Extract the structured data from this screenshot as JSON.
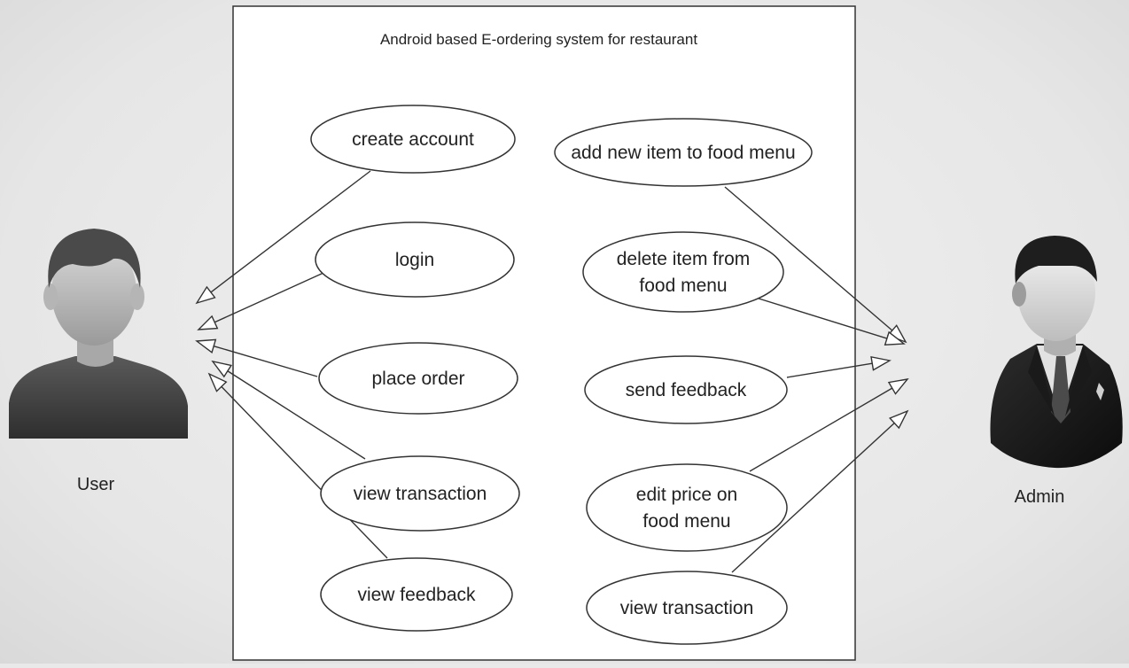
{
  "system": {
    "title": "Android based E-ordering system for restaurant"
  },
  "actors": {
    "user": {
      "label": "User",
      "icon": "user-avatar-icon"
    },
    "admin": {
      "label": "Admin",
      "icon": "admin-avatar-icon"
    }
  },
  "use_cases": {
    "create_account": {
      "lines": [
        "create account"
      ]
    },
    "login": {
      "lines": [
        "login"
      ]
    },
    "place_order": {
      "lines": [
        "place order"
      ]
    },
    "user_view_transaction": {
      "lines": [
        "view transaction"
      ]
    },
    "view_feedback": {
      "lines": [
        "view feedback"
      ]
    },
    "add_new_item": {
      "lines": [
        "add new item to food menu"
      ]
    },
    "delete_item": {
      "lines": [
        "delete item from",
        "food menu"
      ]
    },
    "send_feedback": {
      "lines": [
        "send feedback"
      ]
    },
    "edit_price": {
      "lines": [
        "edit price on",
        "food menu"
      ]
    },
    "admin_view_transaction": {
      "lines": [
        "view transaction"
      ]
    }
  },
  "associations": {
    "user": [
      "create_account",
      "login",
      "place_order",
      "user_view_transaction",
      "view_feedback"
    ],
    "admin": [
      "add_new_item",
      "delete_item",
      "send_feedback",
      "edit_price",
      "admin_view_transaction"
    ]
  },
  "colors": {
    "line": "#333333",
    "ellipse_fill": "#ffffff",
    "system_fill": "#ffffff"
  }
}
